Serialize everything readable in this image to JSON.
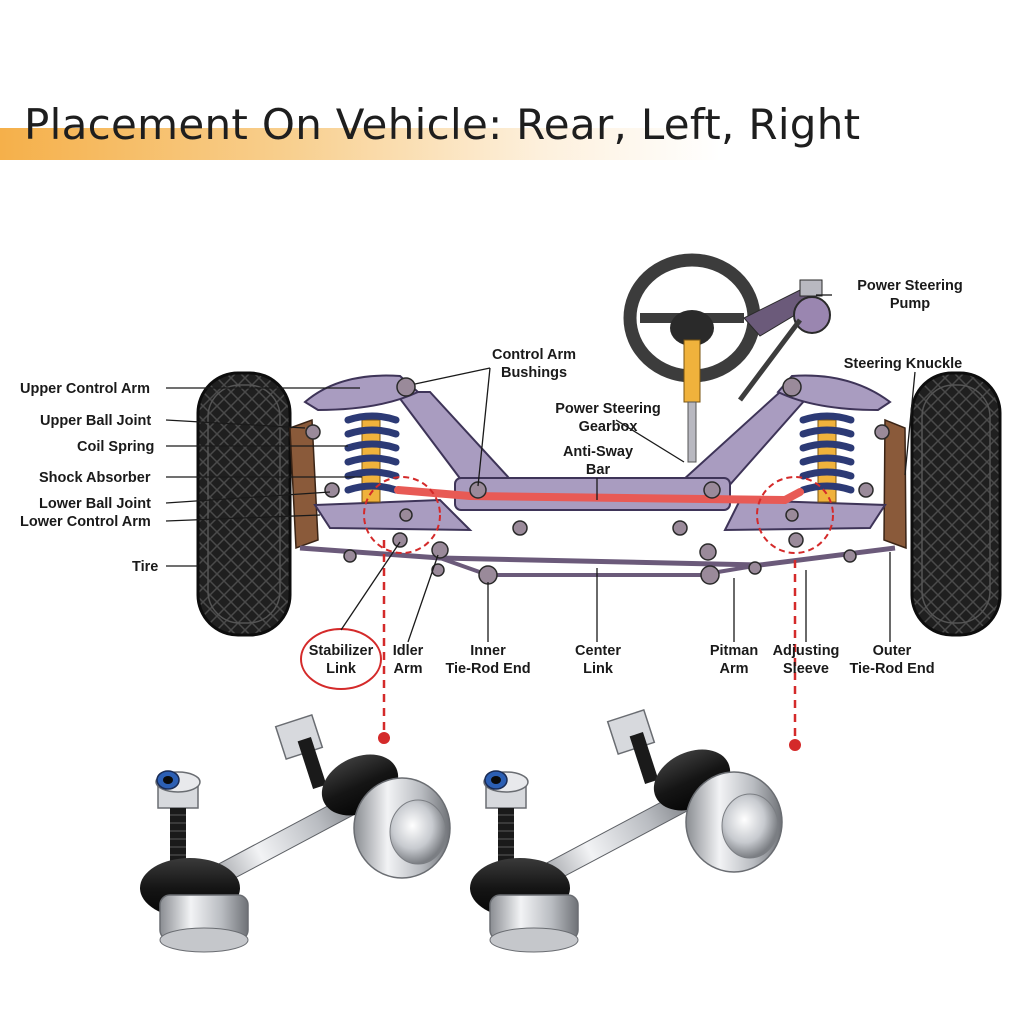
{
  "title": "Placement On Vehicle: Rear, Left, Right",
  "colors": {
    "accent_red": "#d42a2a",
    "frame": "#a99cc0",
    "spring": "#2c3a75",
    "shock": "#f0b23c",
    "antisway": "#e85a55"
  },
  "labels": {
    "power_steering_pump": [
      "Power Steering",
      "Pump"
    ],
    "control_arm_bushings": [
      "Control Arm",
      "Bushings"
    ],
    "steering_knuckle": "Steering Knuckle",
    "upper_control_arm": "Upper Control Arm",
    "upper_ball_joint": "Upper Ball Joint",
    "coil_spring": "Coil Spring",
    "shock_absorber": "Shock Absorber",
    "lower_ball_joint": "Lower Ball Joint",
    "lower_control_arm": "Lower Control Arm",
    "tire": "Tire",
    "power_steering_gearbox": [
      "Power Steering",
      "Gearbox"
    ],
    "anti_sway_bar": [
      "Anti-Sway",
      "Bar"
    ],
    "stabilizer_link": [
      "Stabilizer",
      "Link"
    ],
    "idler_arm": [
      "Idler",
      "Arm"
    ],
    "inner_tie_rod_end": [
      "Inner",
      "Tie-Rod End"
    ],
    "center_link": [
      "Center",
      "Link"
    ],
    "pitman_arm": [
      "Pitman",
      "Arm"
    ],
    "adjusting_sleeve": [
      "Adjusting",
      "Sleeve"
    ],
    "outer_tie_rod_end": [
      "Outer",
      "Tie-Rod End"
    ]
  }
}
